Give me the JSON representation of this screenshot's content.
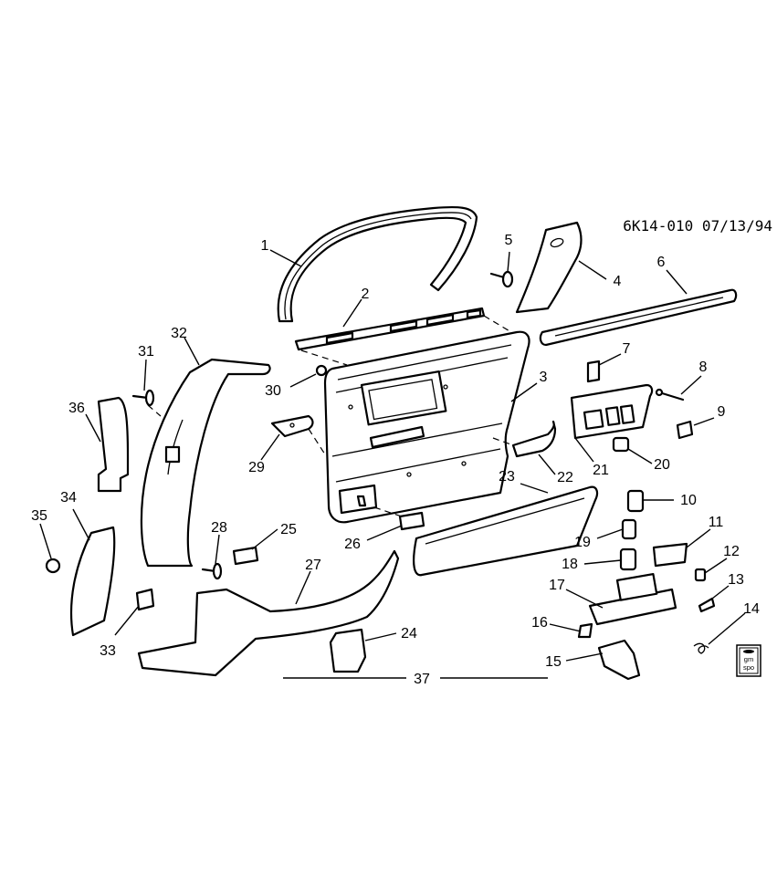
{
  "diagram_code": "6K14-010 07/13/94",
  "logo_text": [
    "gm",
    "spo"
  ],
  "parts": [
    {
      "id": "p1",
      "label": "1"
    },
    {
      "id": "p2",
      "label": "2"
    },
    {
      "id": "p3",
      "label": "3"
    },
    {
      "id": "p4",
      "label": "4"
    },
    {
      "id": "p5",
      "label": "5"
    },
    {
      "id": "p6",
      "label": "6"
    },
    {
      "id": "p7",
      "label": "7"
    },
    {
      "id": "p8",
      "label": "8"
    },
    {
      "id": "p9",
      "label": "9"
    },
    {
      "id": "p10",
      "label": "10"
    },
    {
      "id": "p11",
      "label": "11"
    },
    {
      "id": "p12",
      "label": "12"
    },
    {
      "id": "p13",
      "label": "13"
    },
    {
      "id": "p14",
      "label": "14"
    },
    {
      "id": "p15",
      "label": "15"
    },
    {
      "id": "p16",
      "label": "16"
    },
    {
      "id": "p17",
      "label": "17"
    },
    {
      "id": "p18",
      "label": "18"
    },
    {
      "id": "p19",
      "label": "19"
    },
    {
      "id": "p20",
      "label": "20"
    },
    {
      "id": "p21",
      "label": "21"
    },
    {
      "id": "p22",
      "label": "22"
    },
    {
      "id": "p23",
      "label": "23"
    },
    {
      "id": "p24",
      "label": "24"
    },
    {
      "id": "p25",
      "label": "25"
    },
    {
      "id": "p26",
      "label": "26"
    },
    {
      "id": "p27",
      "label": "27"
    },
    {
      "id": "p28",
      "label": "28"
    },
    {
      "id": "p29",
      "label": "29"
    },
    {
      "id": "p30",
      "label": "30"
    },
    {
      "id": "p31",
      "label": "31"
    },
    {
      "id": "p32",
      "label": "32"
    },
    {
      "id": "p33",
      "label": "33"
    },
    {
      "id": "p34",
      "label": "34"
    },
    {
      "id": "p35",
      "label": "35"
    },
    {
      "id": "p36",
      "label": "36"
    },
    {
      "id": "p37",
      "label": "37"
    }
  ]
}
